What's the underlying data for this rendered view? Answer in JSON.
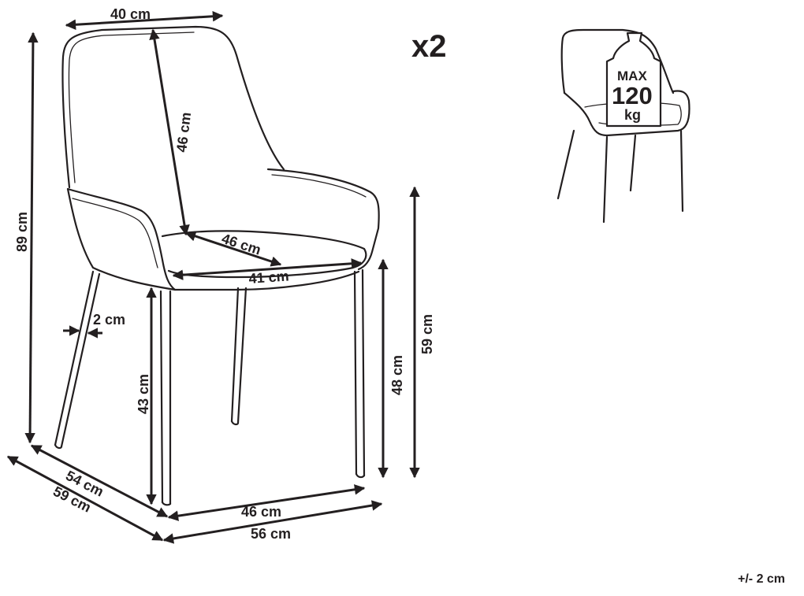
{
  "copies": "x2",
  "tolerance": "+/- 2 cm",
  "max_load": {
    "line1": "MAX",
    "line2": "120",
    "line3": "kg"
  },
  "dimensions": {
    "back_width": "40 cm",
    "back_height": "46 cm",
    "total_height": "89 cm",
    "seat_depth": "46 cm",
    "seat_width": "41 cm",
    "leg_thickness": "2 cm",
    "seat_height": "43 cm",
    "armrest_height_low": "48 cm",
    "armrest_height_high": "59 cm",
    "depth_inner": "54 cm",
    "depth_outer": "59 cm",
    "width_inner": "46 cm",
    "width_outer": "56 cm"
  }
}
